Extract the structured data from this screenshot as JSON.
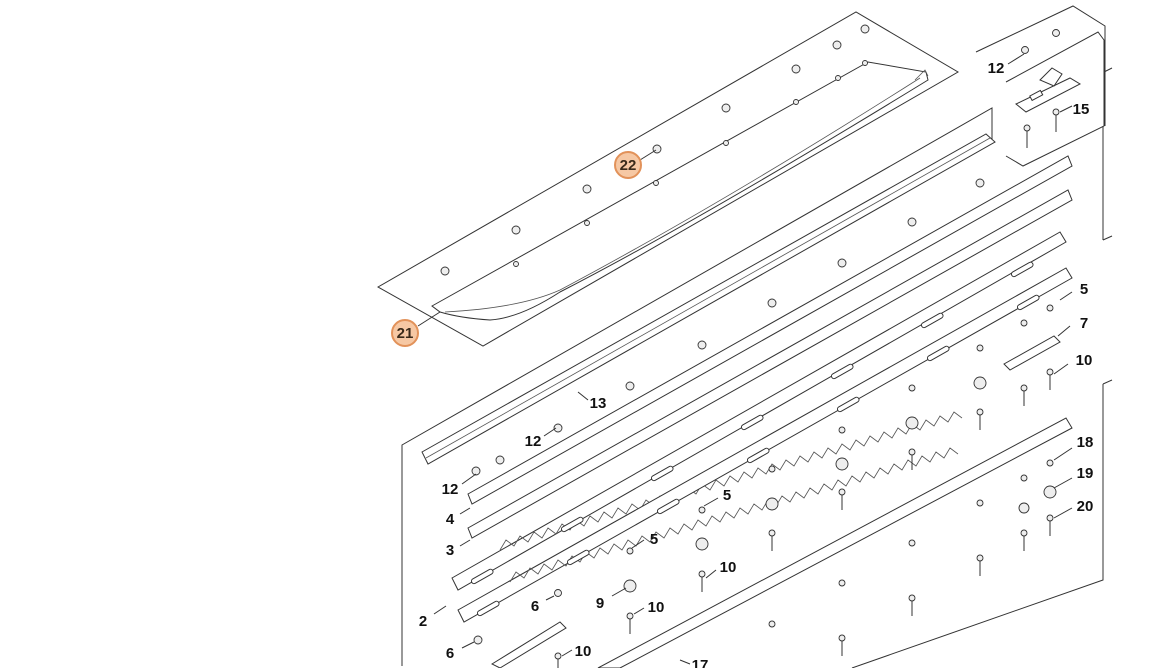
{
  "diagram": {
    "colors": {
      "highlight_fill": "#f6c8a4",
      "highlight_stroke": "#e2925a",
      "line": "#333333"
    },
    "callouts": [
      {
        "id": "c22",
        "text": "22",
        "highlight": true
      },
      {
        "id": "c21",
        "text": "21",
        "highlight": true
      },
      {
        "id": "c12a",
        "text": "12",
        "highlight": false
      },
      {
        "id": "c15",
        "text": "15",
        "highlight": false
      },
      {
        "id": "c5a",
        "text": "5",
        "highlight": false
      },
      {
        "id": "c7",
        "text": "7",
        "highlight": false
      },
      {
        "id": "c10a",
        "text": "10",
        "highlight": false
      },
      {
        "id": "c13",
        "text": "13",
        "highlight": false
      },
      {
        "id": "c12b",
        "text": "12",
        "highlight": false
      },
      {
        "id": "c12c",
        "text": "12",
        "highlight": false
      },
      {
        "id": "c4",
        "text": "4",
        "highlight": false
      },
      {
        "id": "c3",
        "text": "3",
        "highlight": false
      },
      {
        "id": "c5b",
        "text": "5",
        "highlight": false
      },
      {
        "id": "c5c",
        "text": "5",
        "highlight": false
      },
      {
        "id": "c18",
        "text": "18",
        "highlight": false
      },
      {
        "id": "c19",
        "text": "19",
        "highlight": false
      },
      {
        "id": "c20",
        "text": "20",
        "highlight": false
      },
      {
        "id": "c10b",
        "text": "10",
        "highlight": false
      },
      {
        "id": "c9",
        "text": "9",
        "highlight": false
      },
      {
        "id": "c10c",
        "text": "10",
        "highlight": false
      },
      {
        "id": "c6a",
        "text": "6",
        "highlight": false
      },
      {
        "id": "c2",
        "text": "2",
        "highlight": false
      },
      {
        "id": "c6b",
        "text": "6",
        "highlight": false
      },
      {
        "id": "c10d",
        "text": "10",
        "highlight": false
      },
      {
        "id": "c17",
        "text": "17",
        "highlight": false
      }
    ]
  }
}
